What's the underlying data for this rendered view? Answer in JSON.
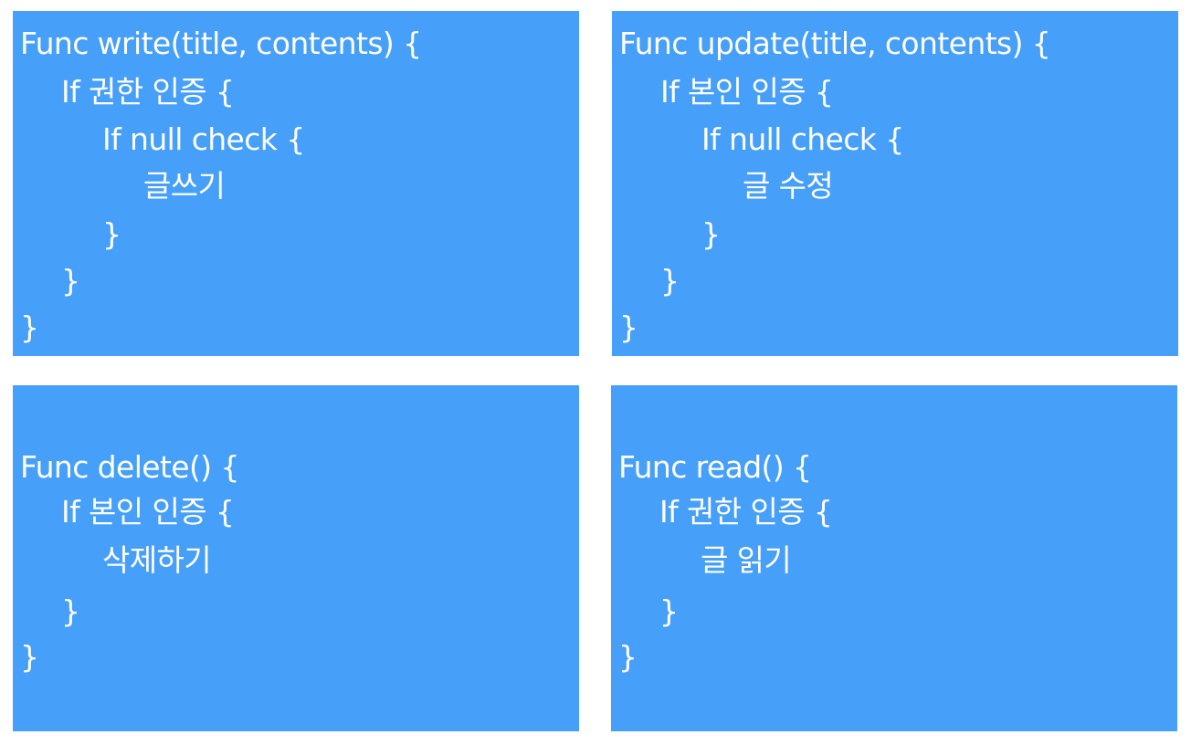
{
  "write_panel": {
    "lines": [
      "Func write(title, contents) {",
      "If 권한 인증 {",
      "If null check {",
      "글쓰기",
      "}",
      "}",
      "}"
    ]
  },
  "update_panel": {
    "lines": [
      "Func update(title, contents) {",
      "If 본인 인증 {",
      "If null check {",
      "글 수정",
      "}",
      "}",
      "}"
    ]
  },
  "delete_panel": {
    "lines": [
      "Func delete() {",
      "If 본인 인증 {",
      "삭제하기",
      "}",
      "}"
    ]
  },
  "read_panel": {
    "lines": [
      "Func read() {",
      "If 권한 인증 {",
      "글 읽기",
      "}",
      "}"
    ]
  },
  "colors": {
    "panel_background": "#469ff8",
    "text": "#ffffff",
    "page_background": "#ffffff"
  }
}
